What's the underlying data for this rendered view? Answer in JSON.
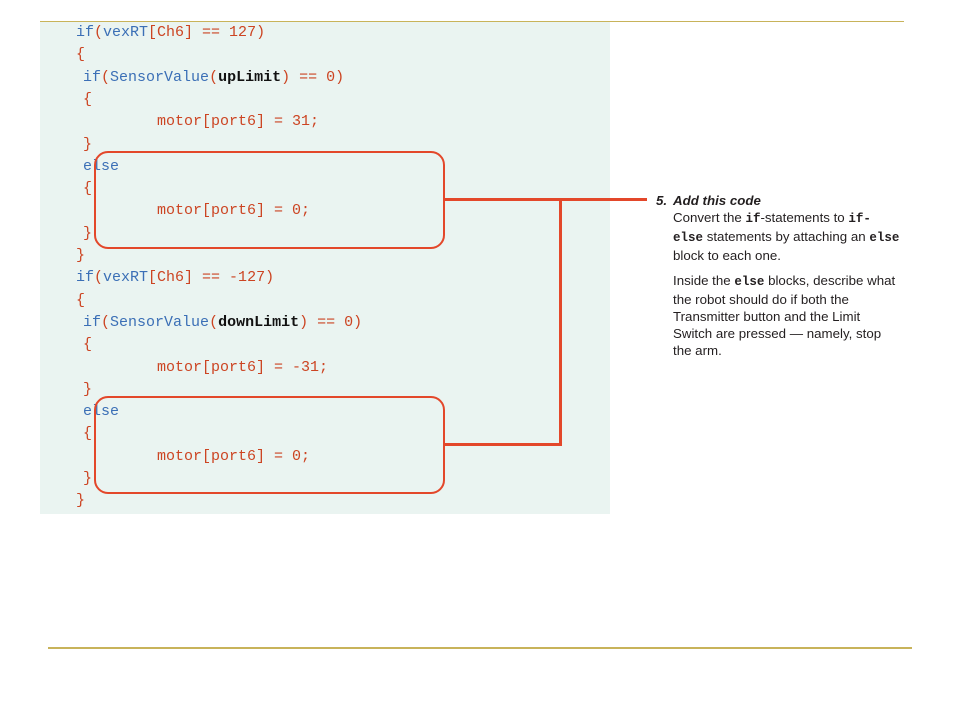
{
  "code": {
    "lines": [
      {
        "indent": 0,
        "kw": "if",
        "pre": "(",
        "fn": "vexRT",
        "tail": "[Ch6] == 127)"
      },
      {
        "indent": 0,
        "brace": "{"
      },
      {
        "indent": 1,
        "kw": "if",
        "pre": "(",
        "fn": "SensorValue",
        "mid": "(",
        "id": "upLimit",
        "tail": ") == 0)"
      },
      {
        "indent": 1,
        "brace": "{"
      },
      {
        "indent": 2,
        "stmt": "motor[port6] = 31;"
      },
      {
        "indent": 1,
        "brace": "}"
      },
      {
        "indent": 1,
        "kw": "else"
      },
      {
        "indent": 1,
        "brace": "{"
      },
      {
        "indent": 2,
        "stmt": "motor[port6] = 0;"
      },
      {
        "indent": 1,
        "brace": "}"
      },
      {
        "indent": 0,
        "brace": "}"
      },
      {
        "indent": 0,
        "kw": "if",
        "pre": "(",
        "fn": "vexRT",
        "tail": "[Ch6] == -127)"
      },
      {
        "indent": 0,
        "brace": "{"
      },
      {
        "indent": 1,
        "kw": "if",
        "pre": "(",
        "fn": "SensorValue",
        "mid": "(",
        "id": "downLimit",
        "tail": ") == 0)"
      },
      {
        "indent": 1,
        "brace": "{"
      },
      {
        "indent": 2,
        "stmt": "motor[port6] = -31;"
      },
      {
        "indent": 1,
        "brace": "}"
      },
      {
        "indent": 1,
        "kw": "else"
      },
      {
        "indent": 1,
        "brace": "{"
      },
      {
        "indent": 2,
        "stmt": "motor[port6] = 0;"
      },
      {
        "indent": 1,
        "brace": "}"
      },
      {
        "indent": 0,
        "brace": "}"
      }
    ]
  },
  "callout": {
    "number": "5.",
    "title": "Add this code",
    "p1_a": "Convert the ",
    "p1_code1": "if",
    "p1_b": "-statements to ",
    "p1_code2": "if-else",
    "p1_c": " statements by attaching an ",
    "p1_code3": "else",
    "p1_d": " block to each one.",
    "p2_a": "Inside the ",
    "p2_code": "else",
    "p2_b": " blocks, describe what the robot should do if both the Transmitter button and the Limit Switch are pressed — namely, stop the arm."
  },
  "colors": {
    "highlight": "#e3472a",
    "keyword": "#3b6fb6",
    "code_text": "#cc4422",
    "panel": "#eaf4f1",
    "rule": "#c8b35a"
  }
}
